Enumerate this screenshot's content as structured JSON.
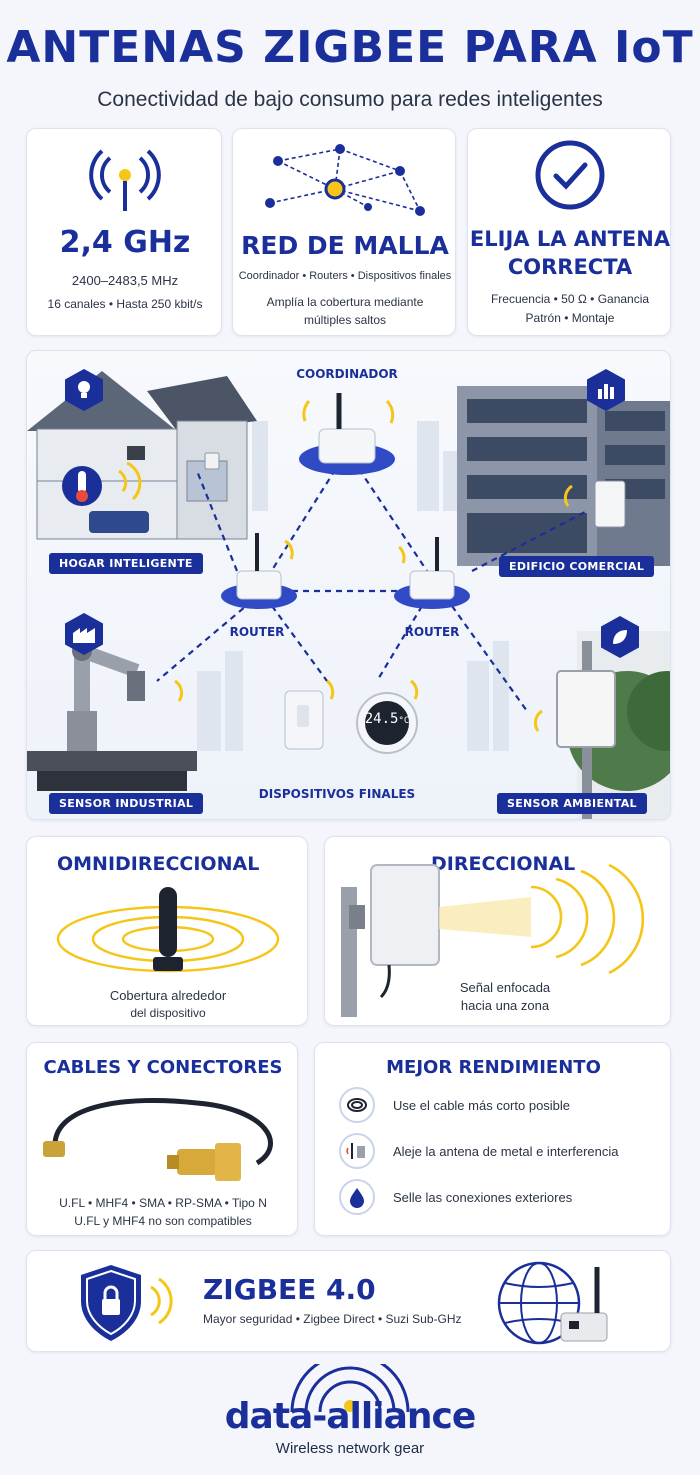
{
  "header": {
    "title": "ANTENAS ZIGBEE PARA IoT",
    "subtitle": "Conectividad de bajo consumo para redes inteligentes"
  },
  "cards_top": [
    {
      "title": "2,4 GHz",
      "line1": "2400–2483,5 MHz",
      "line2": "16 canales • Hasta 250 kbit/s",
      "icon": "wifi-antenna-icon"
    },
    {
      "title": "RED DE MALLA",
      "line1": "Coordinador • Routers • Dispositivos finales",
      "line2": "Amplía la cobertura mediante",
      "line3": "múltiples saltos",
      "icon": "mesh-network-icon"
    },
    {
      "title_line1": "ELIJA LA ANTENA",
      "title_line2": "CORRECTA",
      "line1": "Frecuencia • 50 Ω • Ganancia",
      "line2": "Patrón • Montaje",
      "icon": "check-circle-icon"
    }
  ],
  "network": {
    "coordinator": "COORDINADOR",
    "router_left": "ROUTER",
    "router_right": "ROUTER",
    "end_devices": "DISPOSITIVOS FINALES",
    "end_device_temp": "24.5",
    "end_device_unit": "°C",
    "tags": {
      "home": "HOGAR INTELIGENTE",
      "commercial": "EDIFICIO COMERCIAL",
      "industrial": "SENSOR INDUSTRIAL",
      "environment": "SENSOR AMBIENTAL"
    }
  },
  "antenna_types": {
    "omni": {
      "title": "OMNIDIRECCIONAL",
      "line1": "Cobertura alrededor",
      "line2": "del dispositivo"
    },
    "directional": {
      "title": "DIRECCIONAL",
      "line1": "Señal enfocada",
      "line2": "hacia una zona"
    }
  },
  "cables": {
    "title": "CABLES Y CONECTORES",
    "list": "U.FL  •  MHF4  •  SMA  •  RP-SMA  •  Tipo N",
    "note": "U.FL y MHF4 no son compatibles"
  },
  "performance": {
    "title": "MEJOR RENDIMIENTO",
    "tips": [
      {
        "text": "Use el cable más corto posible",
        "icon": "cable-coil-icon"
      },
      {
        "text": "Aleje la antena de metal e interferencia",
        "icon": "interference-icon"
      },
      {
        "text": "Selle las conexiones exteriores",
        "icon": "water-drop-icon"
      }
    ]
  },
  "zigbee4": {
    "title": "ZIGBEE 4.0",
    "features": "Mayor seguridad • Zigbee Direct • Suzi Sub-GHz"
  },
  "brand": {
    "name": "data-alliance",
    "tagline": "Wireless network gear"
  },
  "colors": {
    "navy": "#1a2f9a",
    "yellow": "#f5c518",
    "text": "#2b3446"
  }
}
